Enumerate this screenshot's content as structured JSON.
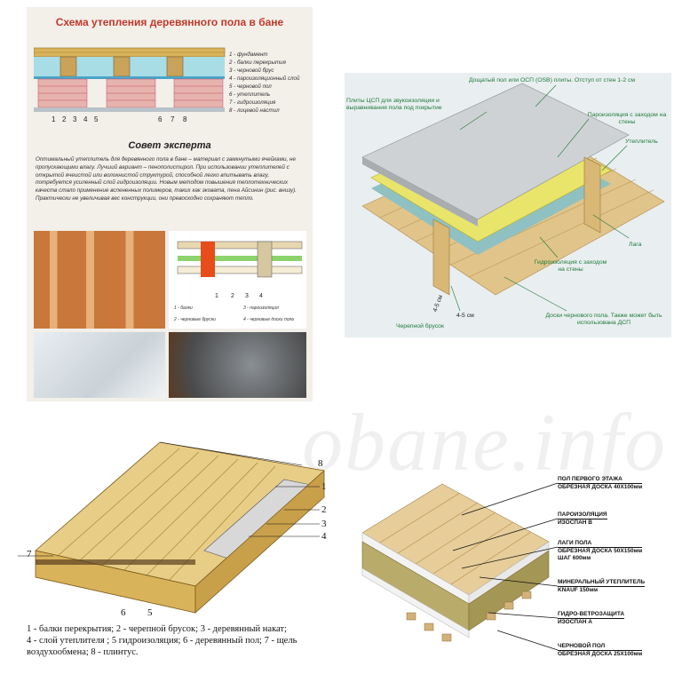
{
  "panel1": {
    "title": "Схема утепления деревянного пола в бане",
    "legend": [
      "1 - фундамент",
      "2 - балки перекрытия",
      "3 - черновой брус",
      "4 - пароизоляционный слой",
      "5 - черновой пол",
      "6 - утеплитель",
      "7 - гидроизоляция",
      "8 - лицевой настил"
    ],
    "numbers": [
      "1",
      "2",
      "3",
      "4",
      "5",
      "6",
      "7",
      "8"
    ],
    "expert_heading": "Совет эксперта",
    "paragraph": "Оптимальный утеплитель для деревянного пола в бане – материал с замкнутыми ячейками, не пропускающими влагу. Лучший вариант – пенополистирол. При использовании утеплителей с открытой ячеистой или волокнистой структурой, способной легко впитывать влагу, потребуется усиленный слой гидроизоляции. Новым методом повышения теплотехнических качеств стало применение вспененных полимеров, таких как эковата, пена Айсинин (рис. внизу). Практически не увеличивая вес конструкции, они превосходно сохраняют тепло.",
    "photo_labels": [
      "1 - балки",
      "2 - черновые бруски",
      "3 - пароизоляция",
      "4 - черновые доски пола"
    ]
  },
  "panel2": {
    "callouts": {
      "top": "Дощатый пол или ОСП (OSB) плиты. Отступ от стен 1-2 см",
      "csp": "Плиты ЦСП для звукоизоляции и выравнивания пола под покрытие",
      "vapor": "Пароизоляция с заходом на стены",
      "insul": "Утеплитель",
      "lag": "Лага",
      "hydro": "Гидроизоляция с заходом на стены",
      "dim1": "4-5 см",
      "dim2": "4-5 см",
      "brus": "Черепной брусок",
      "boards": "Доски чернового пола. Также может быть использована ДСП"
    }
  },
  "panel3": {
    "numbers": [
      "8",
      "1",
      "2",
      "3",
      "4",
      "7",
      "6",
      "5"
    ],
    "caption_lines": [
      "1 - балки перекрытия; 2 - черепной брусок; 3 - деревянный накат;",
      "4 - слой утеплителя ; 5 гидроизоляция; 6 - деревянный пол; 7 - щель",
      "воздухообмена; 8 - плинтус."
    ]
  },
  "panel4": {
    "labels": [
      [
        "ПОЛ ПЕРВОГО ЭТАЖА",
        "ОБРЕЗНАЯ ДОСКА 40Х100мм"
      ],
      [
        "ПАРОИЗОЛЯЦИЯ",
        "ИЗОСПАН В"
      ],
      [
        "ЛАГИ ПОЛА",
        "ОБРЕЗНАЯ ДОСКА 50Х150мм",
        "ШАГ 600мм"
      ],
      [
        "МИНЕРАЛЬНЫЙ УТЕПЛИТЕЛЬ",
        "KNAUF 150мм"
      ],
      [
        "ГИДРО-ВЕТРОЗАЩИТА",
        "ИЗОСПАН А"
      ],
      [
        "ЧЕРНОВОЙ ПОЛ",
        "ОБРЕЗНАЯ ДОСКА 25Х100мм"
      ]
    ]
  },
  "watermark": "obane.info"
}
